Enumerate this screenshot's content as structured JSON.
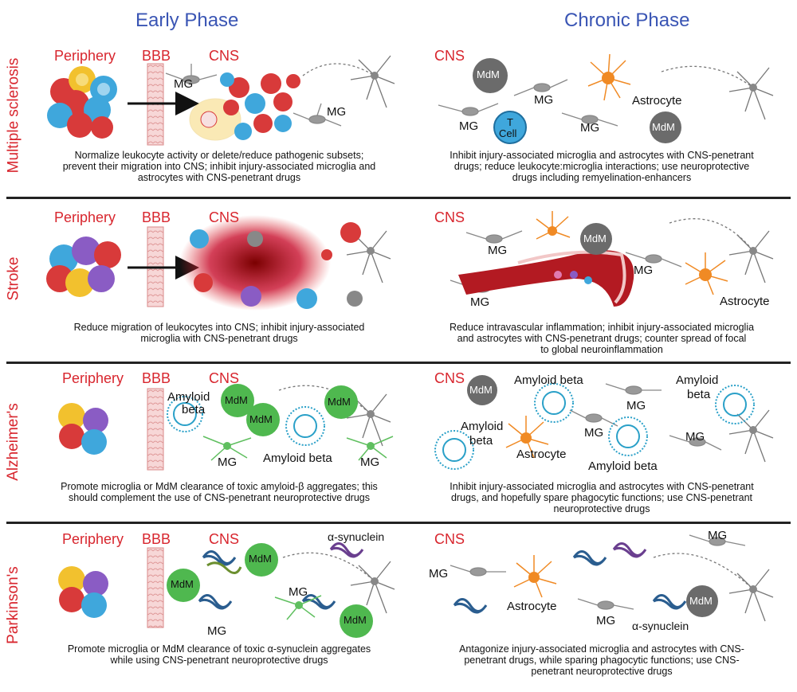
{
  "header": {
    "early": "Early Phase",
    "chronic": "Chronic Phase"
  },
  "labels": {
    "periphery": "Periphery",
    "bbb": "BBB",
    "cns": "CNS",
    "mg": "MG",
    "mdm": "MdM",
    "astrocyte": "Astrocyte",
    "t_cell_top": "T",
    "t_cell_bottom": "Cell",
    "amyloid_beta": "Amyloid beta",
    "amyloid": "Amyloid",
    "beta": "beta",
    "synuclein": "α-synuclein"
  },
  "colors": {
    "title_blue": "#3a55b4",
    "label_red": "#d8262e",
    "red_cell": "#d83a3a",
    "blue_cell": "#3fa7dc",
    "yellow_cell": "#f2c12e",
    "purple_cell": "#8a5cc4",
    "mdm_green": "#4fb84f",
    "mdm_grey": "#6b6b6b",
    "astro_orange": "#f08a24",
    "amyloid_blue": "#2aa0c8"
  },
  "rows": [
    {
      "title": "Multiple sclerosis",
      "early_caption": [
        "Normalize leukocyte activity or delete/reduce pathogenic subsets;",
        "prevent their migration into CNS; inhibit injury-associated microglia and",
        "astrocytes with CNS-penetrant drugs"
      ],
      "chronic_caption": [
        "Inhibit injury-associated microglia and astrocytes with CNS-penetrant",
        "drugs; reduce leukocyte:microglia interactions; use neuroprotective",
        "drugs including remyelination-enhancers"
      ]
    },
    {
      "title": "Stroke",
      "early_caption": [
        "Reduce migration of leukocytes into CNS; inhibit injury-associated",
        "microglia with CNS-penetrant drugs"
      ],
      "chronic_caption": [
        "Reduce intravascular inflammation; inhibit injury-associated microglia",
        "and astrocytes with CNS-penetrant drugs; counter spread of focal",
        "to global neuroinflammation"
      ]
    },
    {
      "title": "Alzheimer's",
      "early_caption": [
        "Promote microglia or MdM clearance of toxic amyloid-β aggregates; this",
        "should complement the use of CNS-penetrant neuroprotective drugs"
      ],
      "chronic_caption": [
        "Inhibit injury-associated microglia and astrocytes with CNS-penetrant",
        "drugs, and hopefully spare phagocytic functions; use CNS-penetrant",
        "neuroprotective drugs"
      ]
    },
    {
      "title": "Parkinson's",
      "early_caption": [
        "Promote microglia or MdM clearance of toxic α-synuclein aggregates",
        "while using CNS-penetrant neuroprotective drugs"
      ],
      "chronic_caption": [
        "Antagonize injury-associated microglia and astrocytes with CNS-",
        "penetrant drugs, while sparing phagocytic functions; use CNS-",
        "penetrant neuroprotective drugs"
      ]
    }
  ]
}
